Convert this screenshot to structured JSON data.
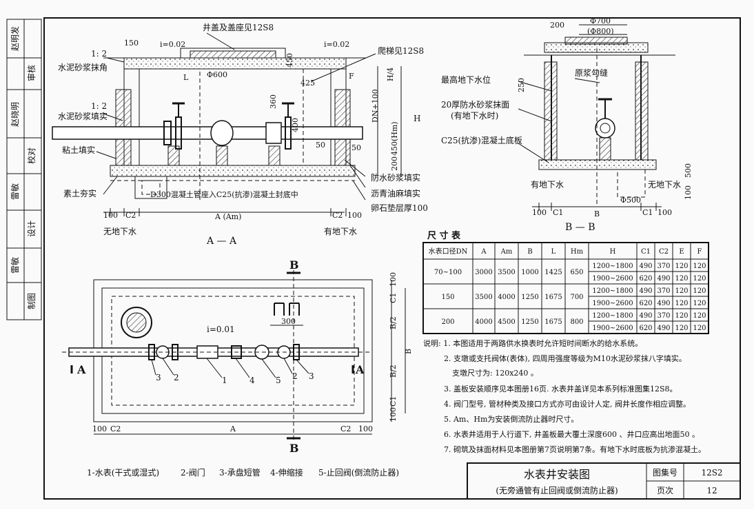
{
  "title_block": {
    "title": "水表井安装图",
    "subtitle": "(无旁通管有止回阀或倒流防止器)",
    "atlas_label": "图集号",
    "atlas_no": "12S2",
    "page_label": "页次",
    "page_no": "12"
  },
  "sign_column": [
    "赵明发",
    "审核",
    "赵晓明",
    "校对",
    "雷敏",
    "设计",
    "雷敏",
    "制图"
  ],
  "section_aa": {
    "caption": "A — A",
    "labels": {
      "cover": "井盖及盖座见12S8",
      "ladder": "爬梯见12S8",
      "slope_left": "i=0.02",
      "slope_right": "i=0.02",
      "mortar_ratio_top": "1: 2",
      "mortar_corner": "水泥砂浆抹角",
      "mortar_ratio_mid": "1: 2",
      "mortar_fill": "水泥砂浆填实",
      "clay_fill": "粘土填实",
      "plain_soil": "素土夯实",
      "sleeve": "D300混凝土管座入C25(抗渗)混凝土封底中",
      "waterproof_fill": "防水砂浆填实",
      "asphalt_fill": "沥青油麻填实",
      "gravel": "卵石垫层厚100",
      "no_groundwater": "无地下水",
      "has_groundwater": "有地下水",
      "dim_150": "150",
      "dim_450": "450",
      "dim_phi600": "Φ600",
      "dim_425": "425",
      "dim_360": "360",
      "dim_H4": "H/4",
      "dim_DN100": "DN+100",
      "dim_400": "400",
      "dim_H": "H",
      "dim_Hm": "450(Hm)",
      "dim_50a": "50",
      "dim_50b": "50",
      "dim_200": "200",
      "dim_L": "L",
      "dim_F": "F",
      "dim_100a": "100",
      "dim_C2a": "C2",
      "dim_A": "A (Am)",
      "dim_C2b": "C2",
      "dim_100b": "100"
    }
  },
  "section_bb": {
    "caption": "B — B",
    "labels": {
      "phi700": "Φ700",
      "phi800": "(Φ800)",
      "dim_200": "200",
      "max_water": "最高地下水位",
      "joint": "原浆勾缝",
      "mortar20": "20厚防水砂浆抹面",
      "mortar20_note": "(有地下水时)",
      "c25_slab": "C25(抗渗)混凝土底板",
      "dim_250": "250",
      "has_groundwater": "有地下水",
      "no_groundwater": "无地下水",
      "phi500": "Φ500",
      "dim_500": "500",
      "dim_100r": "100",
      "dim_100a": "100",
      "dim_C1a": "C1",
      "dim_B": "B",
      "dim_C1b": "C1",
      "dim_100b": "100"
    }
  },
  "plan": {
    "cut_b_top": "B",
    "cut_b_bottom": "B",
    "cut_a_left": "A",
    "cut_a_right": "A",
    "slope": "i=0.01",
    "dim_300": "300",
    "callouts": [
      "3",
      "2",
      "1",
      "4",
      "5",
      "2",
      "3"
    ],
    "right_dims": [
      "100",
      "C1",
      "B/2",
      "B/2",
      "B",
      "C1",
      "100"
    ],
    "bottom_dims": [
      "100",
      "C2",
      "A",
      "C2",
      "100"
    ]
  },
  "legend": [
    "1-水表(干式或湿式)",
    "2-阀门",
    "3-承盘短管",
    "4-伸缩接",
    "5-止回阀(倒流防止器)"
  ],
  "dim_table": {
    "title": "尺 寸 表",
    "headers": [
      "水表口径DN",
      "A",
      "Am",
      "B",
      "L",
      "Hm",
      "H",
      "C1",
      "C2",
      "E",
      "F"
    ],
    "groups": [
      {
        "dn": "70~100",
        "A": "3000",
        "Am": "3500",
        "B": "1000",
        "L": "1425",
        "Hm": "650",
        "rows": [
          [
            "1200~1800",
            "490",
            "370",
            "120",
            "120"
          ],
          [
            "1900~2600",
            "620",
            "490",
            "120",
            "120"
          ]
        ]
      },
      {
        "dn": "150",
        "A": "3500",
        "Am": "4000",
        "B": "1250",
        "L": "1675",
        "Hm": "700",
        "rows": [
          [
            "1200~1800",
            "490",
            "370",
            "120",
            "120"
          ],
          [
            "1900~2600",
            "620",
            "490",
            "120",
            "120"
          ]
        ]
      },
      {
        "dn": "200",
        "A": "4000",
        "Am": "4500",
        "B": "1250",
        "L": "1675",
        "Hm": "800",
        "rows": [
          [
            "1200~1800",
            "490",
            "370",
            "120",
            "120"
          ],
          [
            "1900~2600",
            "620",
            "490",
            "120",
            "120"
          ]
        ]
      }
    ]
  },
  "notes": [
    "说明: 1. 本图适用于两路供水换表时允许短时间断水的给水系统。",
    "2. 支墩或支托阀体(表体), 四周用强度等级为M10水泥砂浆抹八字填实。",
    "支墩尺寸为: 120x240 。",
    "3. 盖板安装顺序见本图册16页. 水表井盖详见本系列标准图集12S8。",
    "4. 阀门型号, 管材种类及接口方式亦可由设计人定, 阀井长度作相应调整。",
    "5. Am、Hm为安装倒流防止器时尺寸。",
    "6. 水表井适用于人行道下, 井盖板最大覆土深度600 、井口应高出地面50 。",
    "7. 砌筑及抹面材料见本图册第7页说明第7条。有地下水时底板为抗渗混凝土。"
  ]
}
